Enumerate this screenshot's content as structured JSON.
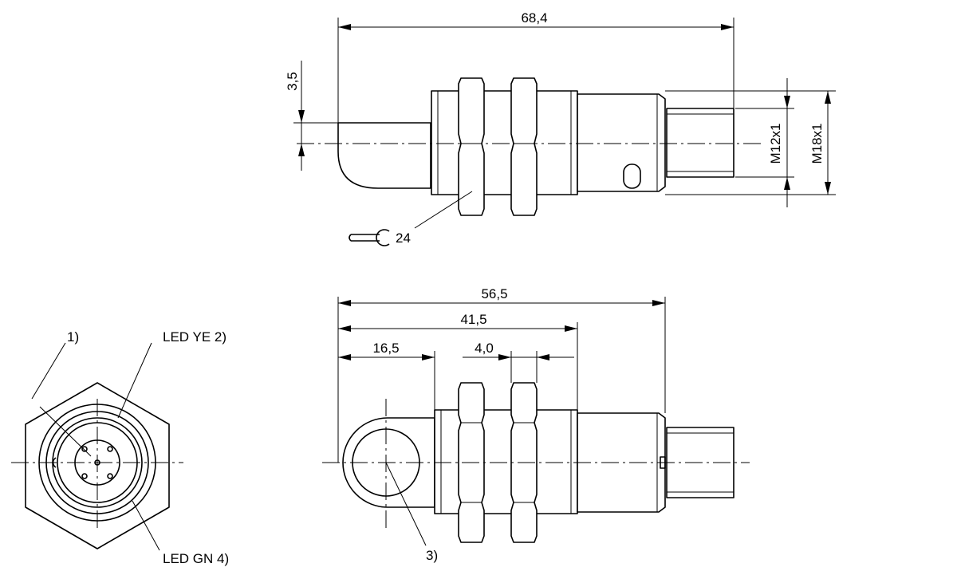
{
  "dimensions": {
    "total_length_side": "68,4",
    "cable_offset": "3,5",
    "thread_small": "M12x1",
    "thread_large": "M18x1",
    "wrench_size": "24",
    "total_length_top": "56,5",
    "body_length": "41,5",
    "head_length": "16,5",
    "nut_thickness": "4,0"
  },
  "callouts": {
    "ref_1": "1)",
    "led_yellow": "LED YE 2)",
    "ref_3": "3)",
    "led_green": "LED GN 4)"
  }
}
